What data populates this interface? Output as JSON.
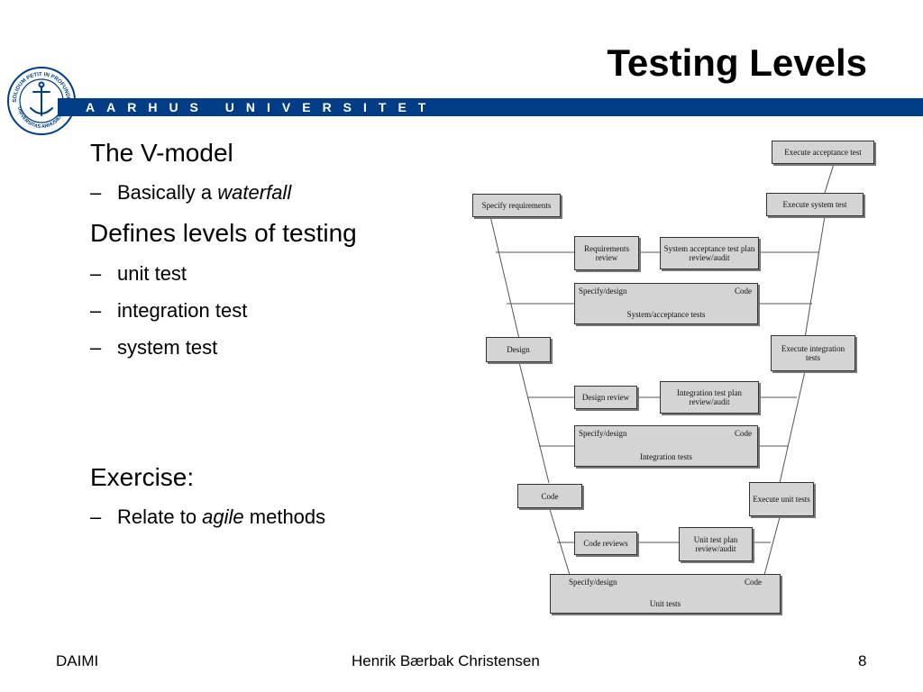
{
  "title": "Testing Levels",
  "university": "AARHUS UNIVERSITET",
  "logo_text": {
    "top": "SOLIDUM PETIT IN PROFUNDIS",
    "bottom": "UNIVERSITAS ARHUSIENSIS"
  },
  "bullets": {
    "vmodel": "The V-model",
    "basically_prefix": "Basically a ",
    "basically_em": "waterfall",
    "defines": "Defines levels of testing",
    "unit": "unit test",
    "integration": "integration test",
    "system": "system test",
    "exercise": "Exercise:",
    "relate_prefix": "Relate to ",
    "relate_em": "agile",
    "relate_suffix": " methods",
    "dash": "–"
  },
  "diagram": {
    "specify_requirements": "Specify requirements",
    "execute_acceptance": "Execute acceptance test",
    "execute_system": "Execute system test",
    "requirements_review": "Requirements review",
    "system_acceptance_plan": "System acceptance test plan review/audit",
    "sys_specify": "Specify/design",
    "sys_code": "Code",
    "sys_tests": "System/acceptance tests",
    "design": "Design",
    "execute_integration": "Execute integration tests",
    "design_review": "Design review",
    "integration_plan": "Integration test plan review/audit",
    "int_specify": "Specify/design",
    "int_code": "Code",
    "int_tests": "Integration tests",
    "code": "Code",
    "execute_unit": "Execute unit tests",
    "code_reviews": "Code reviews",
    "unit_plan": "Unit test plan review/audit",
    "unit_specify": "Specify/design",
    "unit_code": "Code",
    "unit_tests": "Unit tests"
  },
  "footer": {
    "left": "DAIMI",
    "center": "Henrik Bærbak Christensen",
    "page": "8"
  },
  "colors": {
    "brand_bar": "#003d85",
    "box_fill": "#d4d4d4"
  }
}
